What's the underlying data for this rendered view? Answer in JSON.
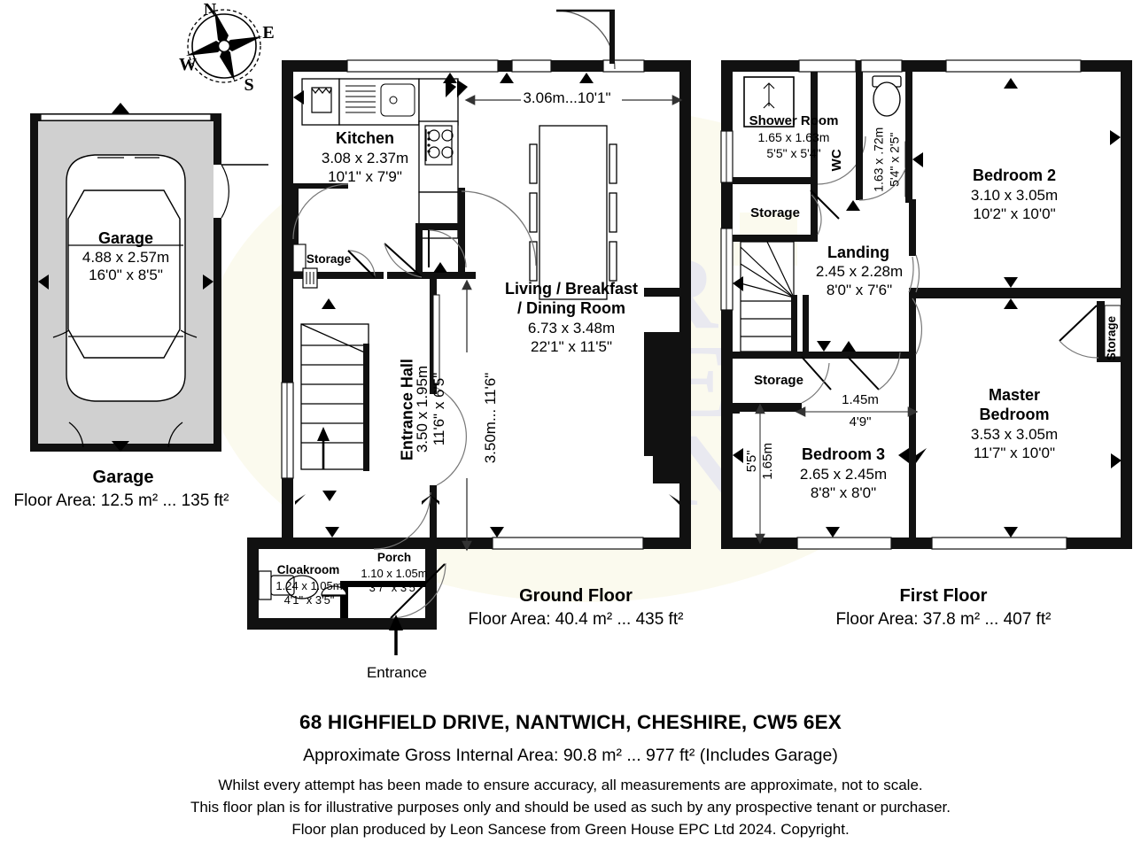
{
  "compass": {
    "n": "N",
    "e": "E",
    "s": "S",
    "w": "W"
  },
  "garage": {
    "room_name": "Garage",
    "dim_m": "4.88 x 2.57m",
    "dim_ft": "16'0\" x 8'5\"",
    "floor_title": "Garage",
    "floor_area": "Floor Area: 12.5 m² ... 135 ft²"
  },
  "ground_floor": {
    "floor_title": "Ground Floor",
    "floor_area": "Floor Area: 40.4 m² ... 435 ft²",
    "rooms": [
      {
        "name": "Kitchen",
        "dim_m": "3.08 x 2.37m",
        "dim_ft": "10'1\" x 7'9\""
      },
      {
        "name": "Living / Breakfast",
        "name2": "/ Dining Room",
        "dim_m": "6.73 x 3.48m",
        "dim_ft": "22'1\" x 11'5\""
      },
      {
        "name": "Entrance Hall",
        "dim_m": "3.50 x 1.95m",
        "dim_ft": "11'6\" x 6'5\""
      },
      {
        "name": "Cloakroom",
        "dim_m": "1.24 x 1.05m",
        "dim_ft": "4'1\" x 3'5\""
      },
      {
        "name": "Porch",
        "dim_m": "1.10 x 1.05m",
        "dim_ft": "3'7\" x 3'5\""
      },
      {
        "name": "Storage"
      }
    ],
    "dimension_lines": [
      {
        "label": "3.06m...10'1\""
      },
      {
        "label": "3.50m... 11'6\""
      }
    ],
    "entrance_label": "Entrance"
  },
  "first_floor": {
    "floor_title": "First Floor",
    "floor_area": "Floor Area: 37.8 m² ... 407 ft²",
    "rooms": [
      {
        "name": "Shower Room",
        "dim_m": "1.65 x 1.63m",
        "dim_ft": "5'5\" x 5'4\""
      },
      {
        "name": "WC",
        "dim_m": "1.63 x .72m",
        "dim_ft": "5'4\" x 2'5\""
      },
      {
        "name": "Bedroom 2",
        "dim_m": "3.10 x 3.05m",
        "dim_ft": "10'2\" x 10'0\""
      },
      {
        "name": "Landing",
        "dim_m": "2.45 x 2.28m",
        "dim_ft": "8'0\" x 7'6\""
      },
      {
        "name": "Master",
        "name2": "Bedroom",
        "dim_m": "3.53 x 3.05m",
        "dim_ft": "11'7\" x 10'0\""
      },
      {
        "name": "Bedroom 3",
        "dim_m": "2.65 x 2.45m",
        "dim_ft": "8'8\" x 8'0\""
      },
      {
        "name": "Storage"
      },
      {
        "name": "Storage"
      },
      {
        "name": "Storage"
      }
    ],
    "dimension_lines": [
      {
        "label_m": "1.45m",
        "label_ft": "4'9\""
      },
      {
        "label_m": "1.65m",
        "label_ft": "5'5\""
      }
    ]
  },
  "footer": {
    "address": "68 HIGHFIELD DRIVE, NANTWICH, CHESHIRE, CW5 6EX",
    "gross": "Approximate Gross Internal Area: 90.8 m² ... 977 ft² (Includes Garage)",
    "disclaimer_1": "Whilst every attempt has been made to ensure accuracy, all measurements are approximate, not to scale.",
    "disclaimer_2": "This floor plan is for illustrative purposes only and should be used as such by any prospective tenant or purchaser.",
    "disclaimer_3": "Floor plan produced by Leon Sancese from Green House EPC Ltd 2024. Copyright."
  },
  "watermark": {
    "line1": "BAKER",
    "line2": "WYNNE",
    "line3": "WILSON"
  },
  "colors": {
    "wall": "#111111",
    "garage_fill": "#d0d0d0",
    "room_tint": "#fbfaee",
    "watermark": "#e8e8ee"
  }
}
